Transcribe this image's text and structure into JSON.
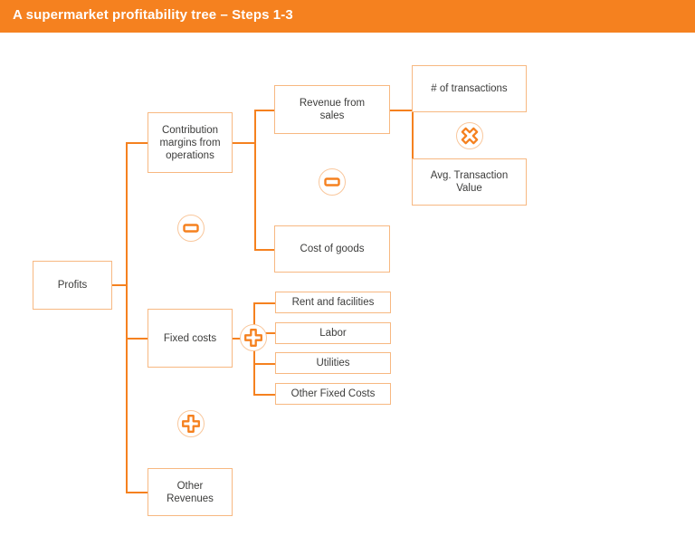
{
  "header": {
    "title": "A supermarket profitability tree – Steps 1-3",
    "background_color": "#F5811F",
    "text_color": "#FFFFFF"
  },
  "theme": {
    "line_color": "#F5811F",
    "box_border_color": "#F7B881",
    "box_fill_color": "#FFFFFF",
    "text_color": "#3C3C3B",
    "badge_ring_color": "#F9C79C"
  },
  "diagram": {
    "type": "tree",
    "root": "Profits",
    "nodes": {
      "profits": "Profits",
      "contribution_margins": "Contribution\nmargins from\noperations",
      "fixed_costs": "Fixed costs",
      "other_revenues": "Other\nRevenues",
      "revenue_from_sales": "Revenue from\nsales",
      "cost_of_goods": "Cost of goods",
      "num_transactions": "# of transactions",
      "avg_transaction_value": "Avg. Transaction\nValue",
      "rent_and_facilities": "Rent and facilities",
      "labor": "Labor",
      "utilities": "Utilities",
      "other_fixed_costs": "Other Fixed Costs"
    },
    "operators": {
      "profits_minus": "minus",
      "profits_plus": "plus",
      "contribution_minus": "minus",
      "fixed_costs_plus": "plus",
      "revenue_multiply": "multiply"
    },
    "relations": [
      "Profits = Contribution margins from operations − Fixed costs + Other Revenues",
      "Contribution margins from operations = Revenue from sales − Cost of goods",
      "Revenue from sales = # of transactions × Avg. Transaction Value",
      "Fixed costs = Rent and facilities + Labor + Utilities + Other Fixed Costs"
    ]
  }
}
